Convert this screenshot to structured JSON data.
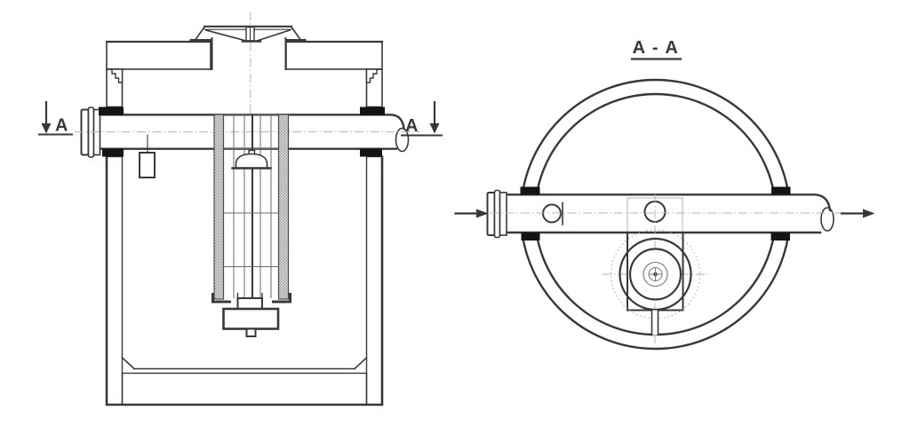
{
  "drawing": {
    "type": "technical-section-drawing",
    "views": {
      "front_section": {
        "description": "vessel with lid, fill funnel, horizontal feed pipe and suspended probe",
        "section_marker_left": "A",
        "section_marker_right": "A"
      },
      "cross_section": {
        "title": "A - A",
        "description": "circular shell section with through pipe, flow arrows and probe tube cross-section"
      }
    },
    "icons": {
      "section_cut_arrows": "downward filled arrows marking cutting plane A",
      "flow_arrows": "rightward filled arrows showing flow through pipe"
    },
    "colors": {
      "background": "#ffffff",
      "line": "#3a3835",
      "seal_black": "#141414",
      "hatch_gray": "#9e9e9e",
      "stipple_gray": "#969696",
      "centerline_gray": "#b4b4b4"
    }
  }
}
